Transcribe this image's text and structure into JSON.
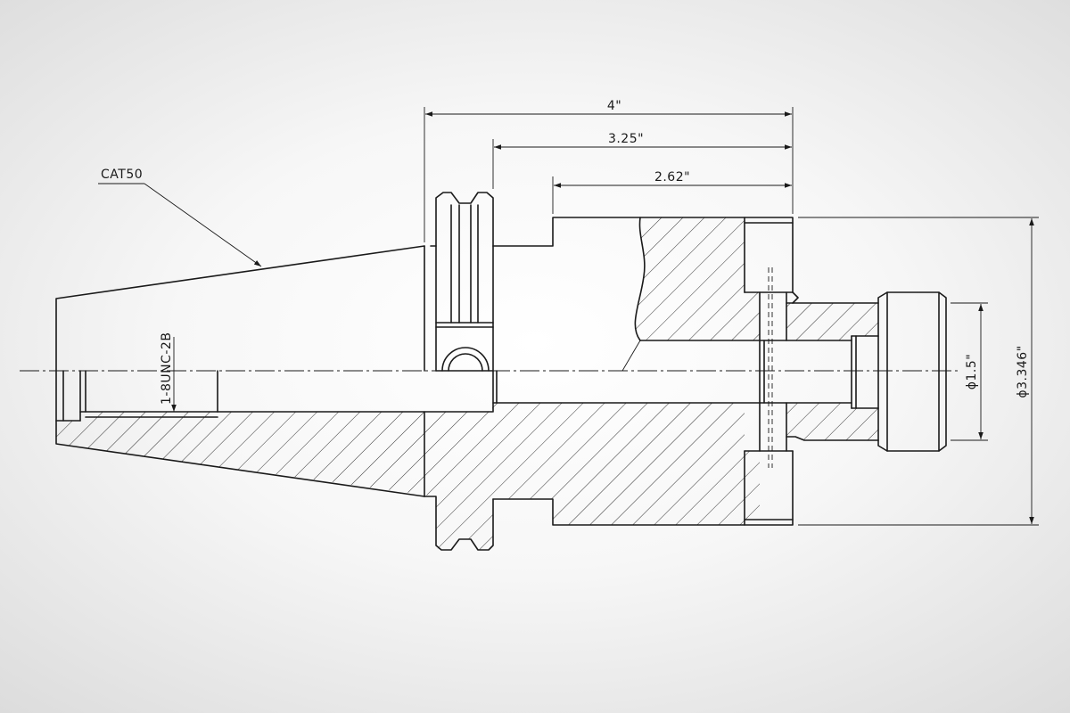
{
  "drawing": {
    "taper_label": "CAT50",
    "thread_label": "1-8UNC-2B",
    "dimensions": {
      "overall_length": "4\"",
      "flange_to_end": "3.25\"",
      "body_length": "2.62\"",
      "pilot_diameter": "ϕ1.5\"",
      "body_diameter": "ϕ3.346\""
    }
  },
  "colors": {
    "line": "#1a1a1a",
    "background": "#f7f7f7"
  }
}
